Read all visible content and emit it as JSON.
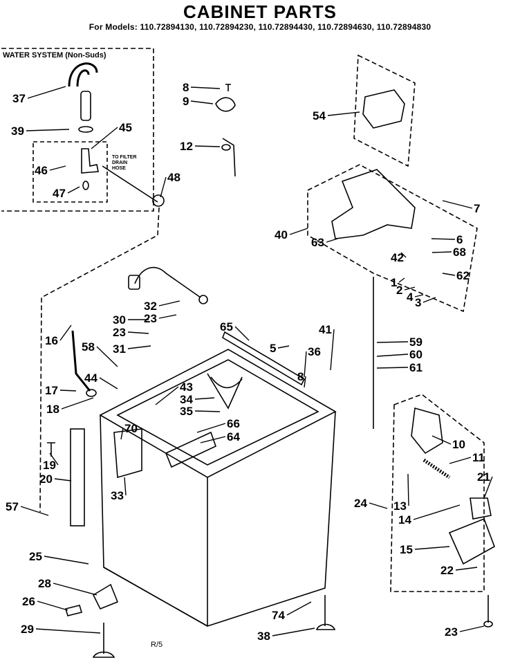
{
  "diagram": {
    "title": "CABINET PARTS",
    "models_line": "For Models: 110.72894130, 110.72894230, 110.72894430, 110.72894630, 110.72894830",
    "inset_title": "WATER SYSTEM (Non-Suds)",
    "inset_note_lines": [
      "TO FILTER",
      "DRAIN",
      "HOSE"
    ],
    "page_code": "R/5",
    "callouts": [
      "37",
      "39",
      "45",
      "46",
      "47",
      "48",
      "8",
      "9",
      "12",
      "54",
      "7",
      "40",
      "63",
      "6",
      "68",
      "42",
      "62",
      "1",
      "2",
      "4",
      "3",
      "32",
      "23",
      "30",
      "23",
      "31",
      "16",
      "58",
      "65",
      "5",
      "41",
      "36",
      "8",
      "59",
      "60",
      "61",
      "17",
      "44",
      "43",
      "34",
      "35",
      "18",
      "70",
      "66",
      "64",
      "19",
      "20",
      "33",
      "10",
      "11",
      "21",
      "57",
      "24",
      "13",
      "14",
      "15",
      "22",
      "25",
      "28",
      "26",
      "74",
      "29",
      "38",
      "23"
    ]
  }
}
